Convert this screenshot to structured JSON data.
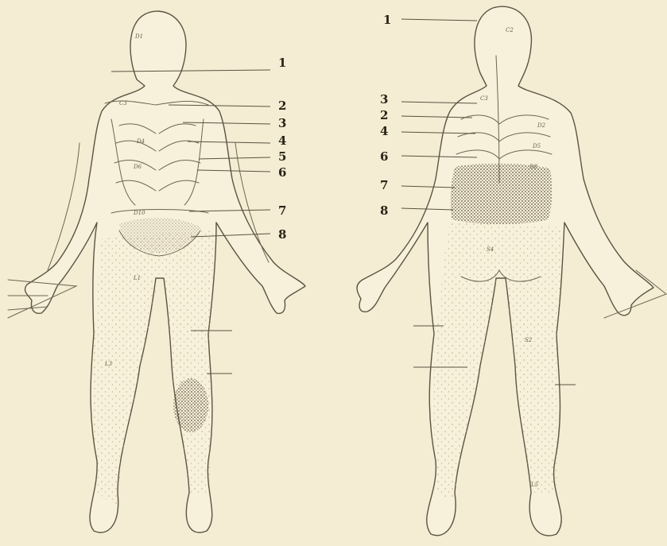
{
  "front_labels": [
    "1",
    "2",
    "3",
    "4",
    "5",
    "6",
    "7",
    "8"
  ],
  "back_labels": [
    "1",
    "3",
    "2",
    "4",
    "6",
    "7",
    "8"
  ],
  "colors": {
    "paper": "#f4ecd3",
    "outline": "#5c5442",
    "stipple_light": "#b8a878",
    "stipple_dark": "#4a3e2c"
  }
}
